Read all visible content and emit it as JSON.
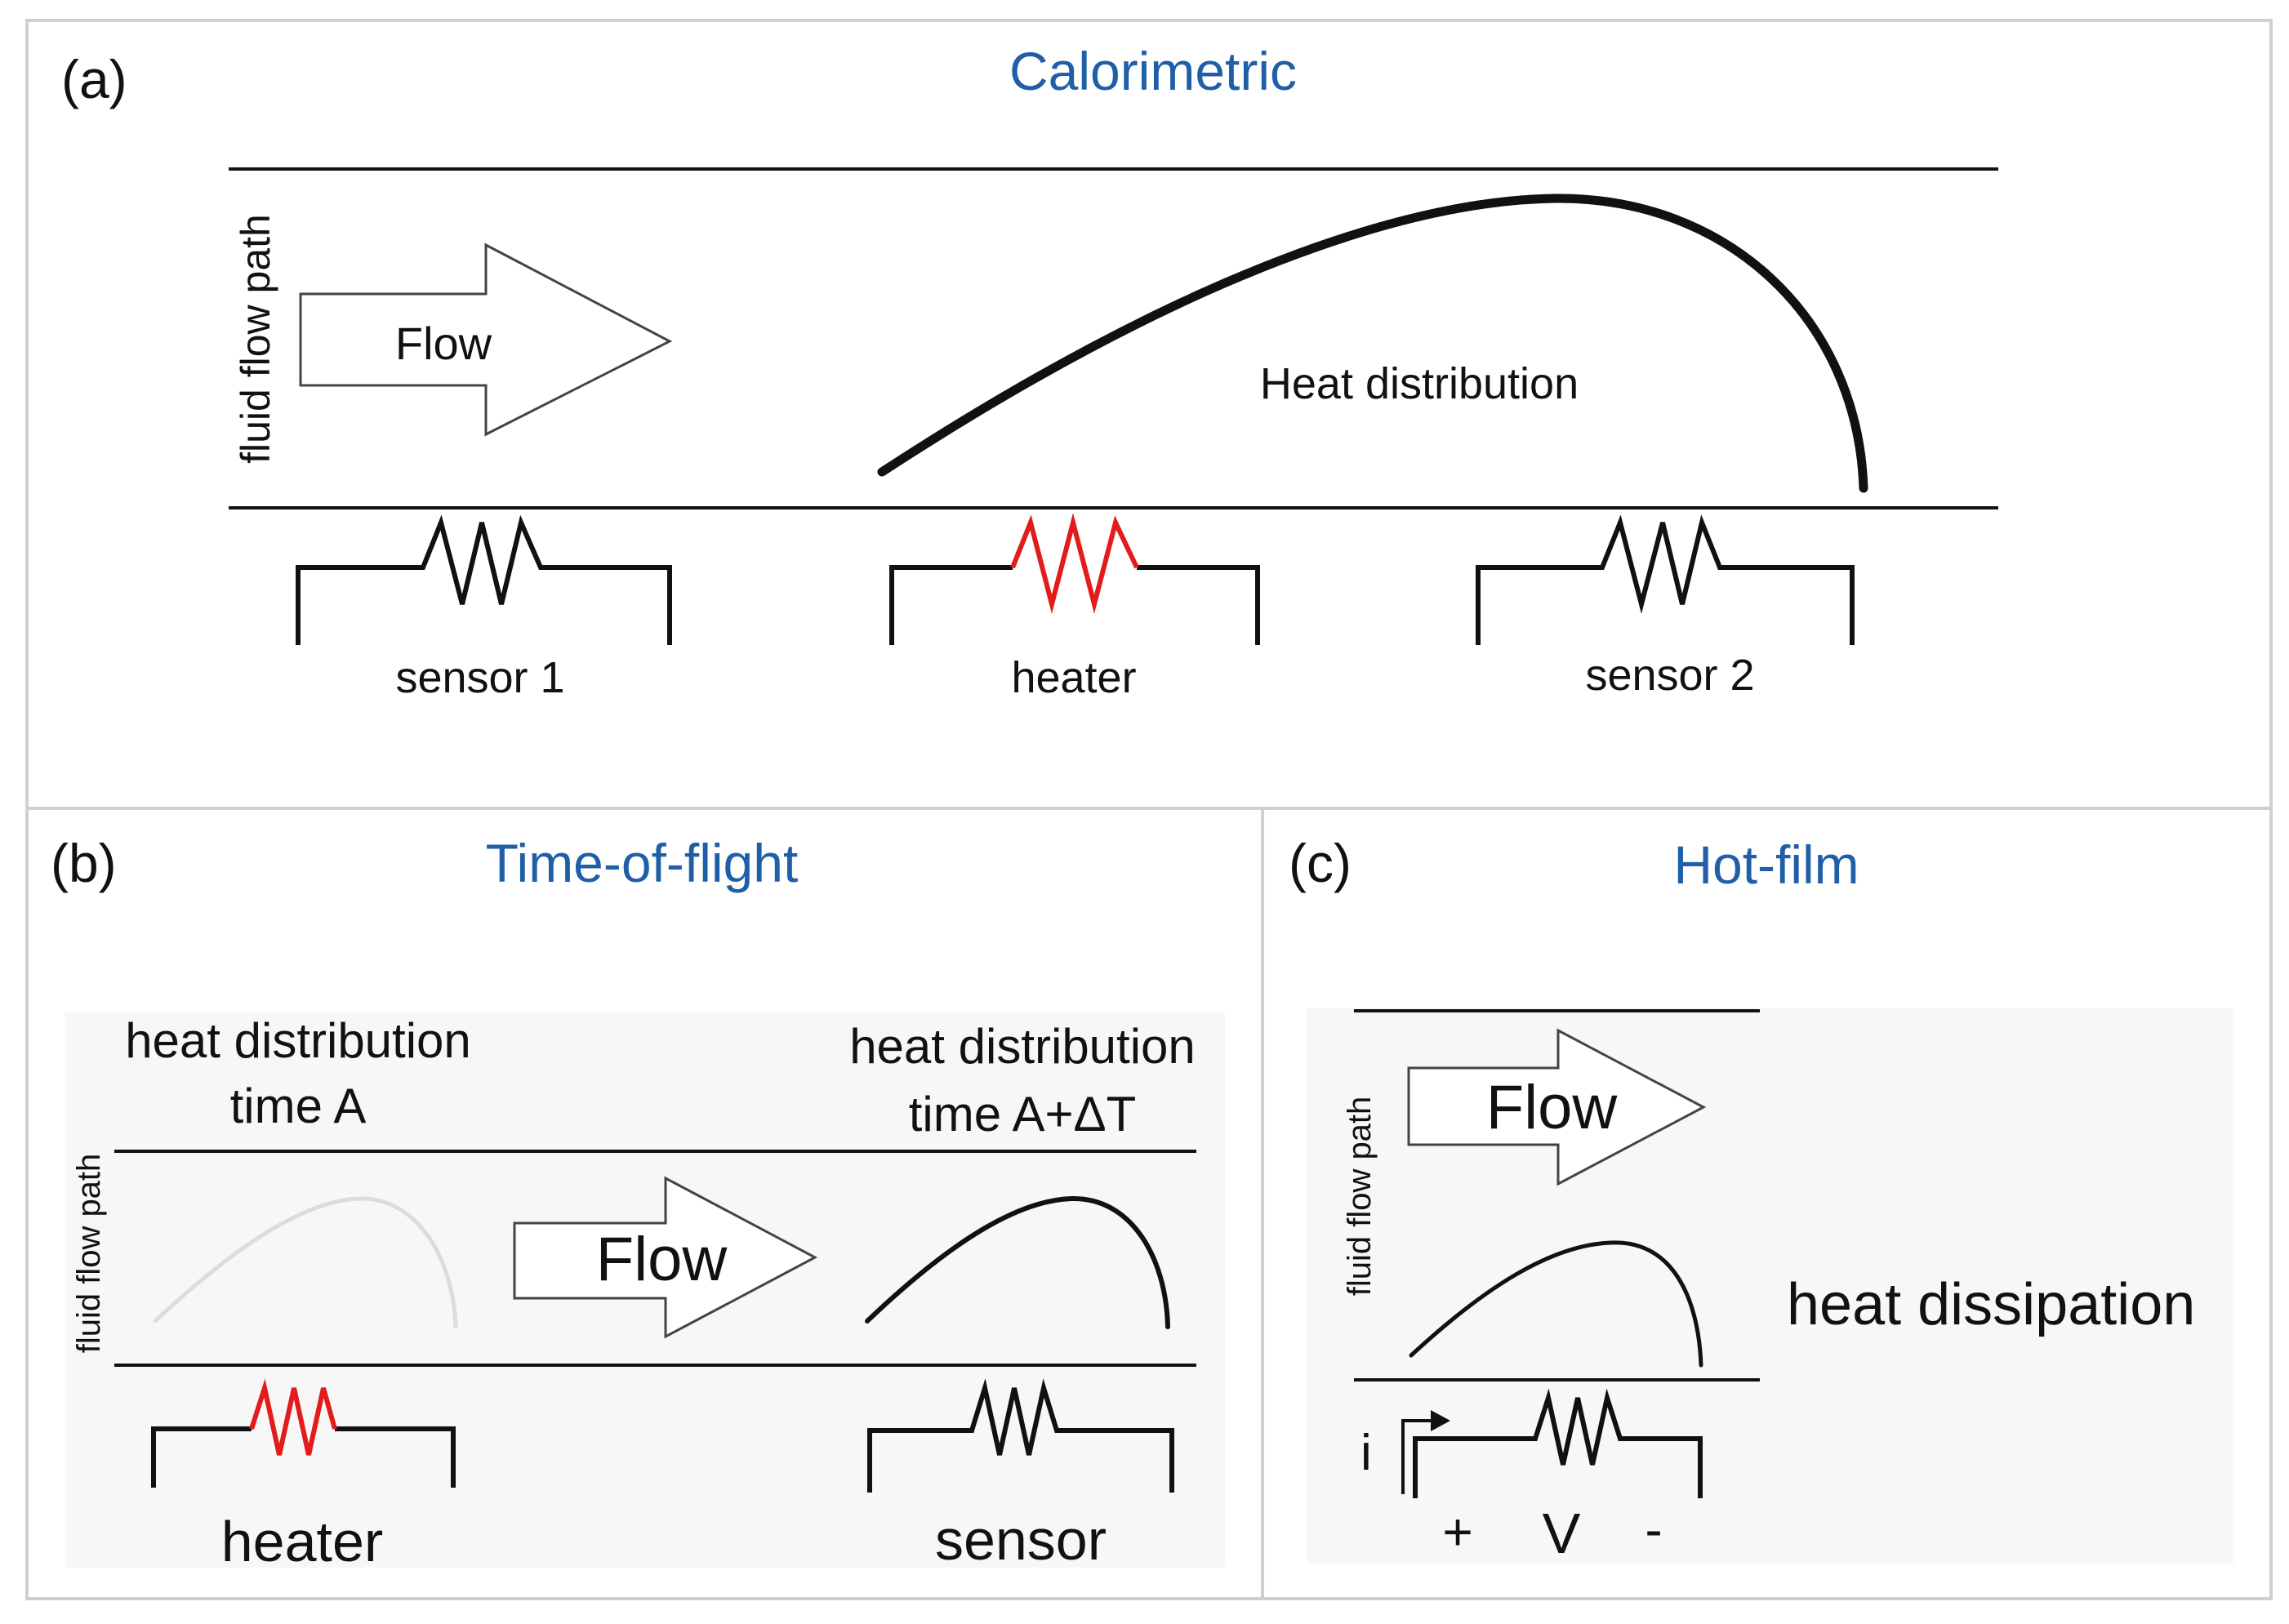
{
  "panels": {
    "a": {
      "tag": "(a)",
      "title": "Calorimetric",
      "axis": "fluid flow path",
      "flow": "Flow",
      "curve_label": "Heat distribution",
      "sensor1": "sensor 1",
      "heater": "heater",
      "sensor2": "sensor 2"
    },
    "b": {
      "tag": "(b)",
      "title": "Time-of-flight",
      "axis": "fluid flow path",
      "flow": "Flow",
      "left_label_1": "heat distribution",
      "left_label_2": "time A",
      "right_label_1": "heat distribution",
      "right_label_2": "time A+ΔT",
      "heater": "heater",
      "sensor": "sensor"
    },
    "c": {
      "tag": "(c)",
      "title": "Hot-film",
      "axis": "fluid flow path",
      "flow": "Flow",
      "side_label": "heat dissipation",
      "current": "i",
      "plus": "+",
      "voltage": "V",
      "minus": "-"
    }
  },
  "colors": {
    "title": "#1f5fa8",
    "heater": "#e21b1b",
    "panel_border": "#cfcfcf",
    "inner_bg": "#f7f7f7"
  }
}
